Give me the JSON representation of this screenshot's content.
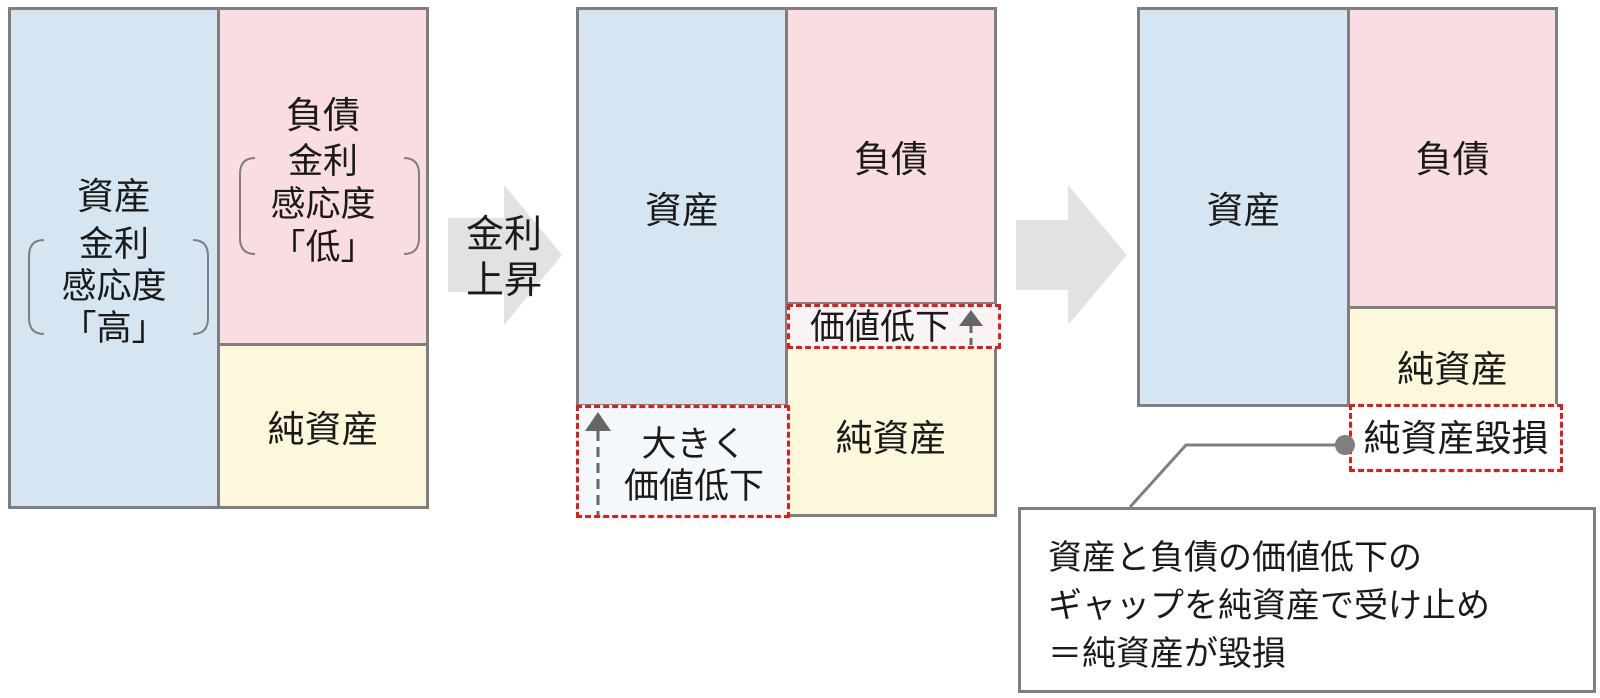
{
  "panel1": {
    "assets_label": "資産",
    "assets_sens": [
      "金利",
      "感応度",
      "「高」"
    ],
    "liab_label": "負債",
    "liab_sens": [
      "金利",
      "感応度",
      "「低」"
    ],
    "equity_label": "純資産"
  },
  "arrow1_label": [
    "金利",
    "上昇"
  ],
  "panel2": {
    "assets_label": "資産",
    "liab_label": "負債",
    "liab_drop": "価値低下",
    "equity_label": "純資産",
    "assets_drop": [
      "大きく",
      "価値低下"
    ]
  },
  "panel3": {
    "assets_label": "資産",
    "liab_label": "負債",
    "equity_label": "純資産",
    "impairment": "純資産毀損"
  },
  "callout": [
    "資産と負債の価値低下の",
    "ギャップを純資産で受け止め",
    "＝純資産が毀損"
  ],
  "colors": {
    "assets": "#d6e5f2",
    "liabilities": "#f9dde0",
    "equity": "#fdf8dc",
    "border": "#7f7f7f",
    "highlight": "#e31b1b"
  }
}
